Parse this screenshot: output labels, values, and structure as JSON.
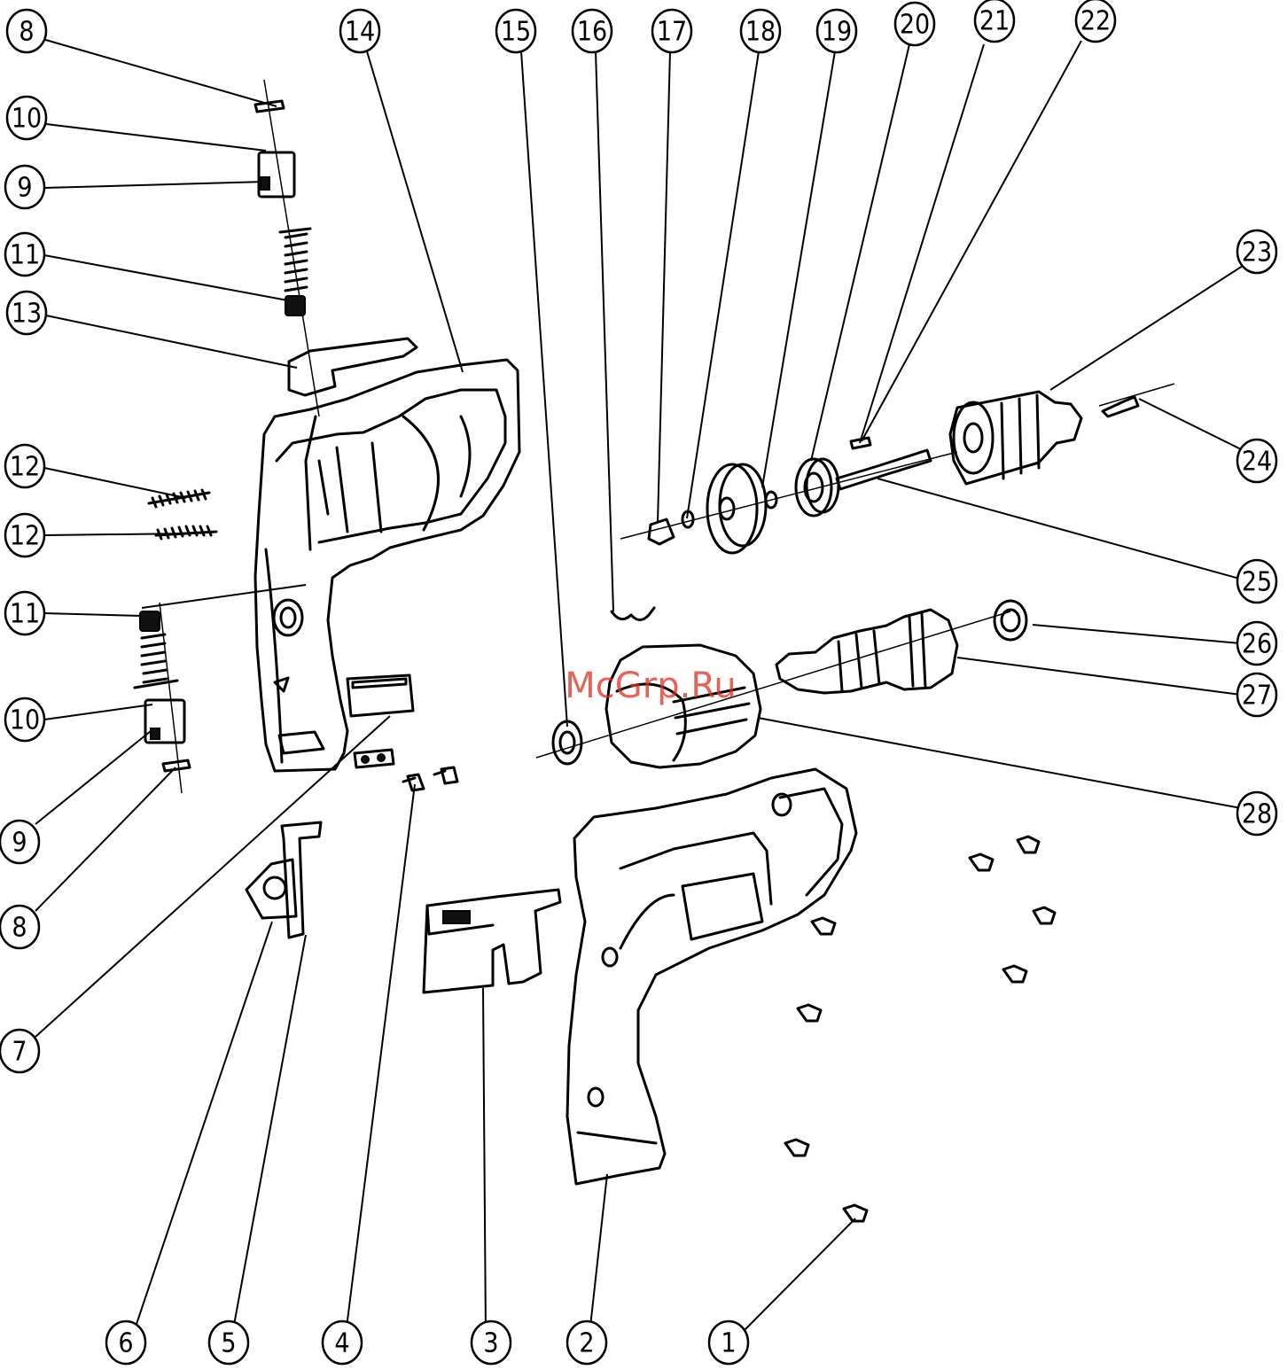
{
  "watermark": "McGrp.Ru",
  "colors": {
    "line": "#000000",
    "watermark": "#e0301e",
    "background": "#ffffff"
  },
  "callouts": [
    {
      "id": "c8a",
      "label": "8"
    },
    {
      "id": "c10a",
      "label": "10"
    },
    {
      "id": "c9a",
      "label": "9"
    },
    {
      "id": "c11a",
      "label": "11"
    },
    {
      "id": "c13",
      "label": "13"
    },
    {
      "id": "c12a",
      "label": "12"
    },
    {
      "id": "c12b",
      "label": "12"
    },
    {
      "id": "c11b",
      "label": "11"
    },
    {
      "id": "c10b",
      "label": "10"
    },
    {
      "id": "c9b",
      "label": "9"
    },
    {
      "id": "c8b",
      "label": "8"
    },
    {
      "id": "c7",
      "label": "7"
    },
    {
      "id": "c14",
      "label": "14"
    },
    {
      "id": "c15",
      "label": "15"
    },
    {
      "id": "c16",
      "label": "16"
    },
    {
      "id": "c17",
      "label": "17"
    },
    {
      "id": "c18",
      "label": "18"
    },
    {
      "id": "c19",
      "label": "19"
    },
    {
      "id": "c20",
      "label": "20"
    },
    {
      "id": "c21",
      "label": "21"
    },
    {
      "id": "c22",
      "label": "22"
    },
    {
      "id": "c23",
      "label": "23"
    },
    {
      "id": "c24",
      "label": "24"
    },
    {
      "id": "c25",
      "label": "25"
    },
    {
      "id": "c26",
      "label": "26"
    },
    {
      "id": "c27",
      "label": "27"
    },
    {
      "id": "c28",
      "label": "28"
    },
    {
      "id": "c6",
      "label": "6"
    },
    {
      "id": "c5",
      "label": "5"
    },
    {
      "id": "c4",
      "label": "4"
    },
    {
      "id": "c3",
      "label": "3"
    },
    {
      "id": "c2",
      "label": "2"
    },
    {
      "id": "c1",
      "label": "1"
    }
  ]
}
